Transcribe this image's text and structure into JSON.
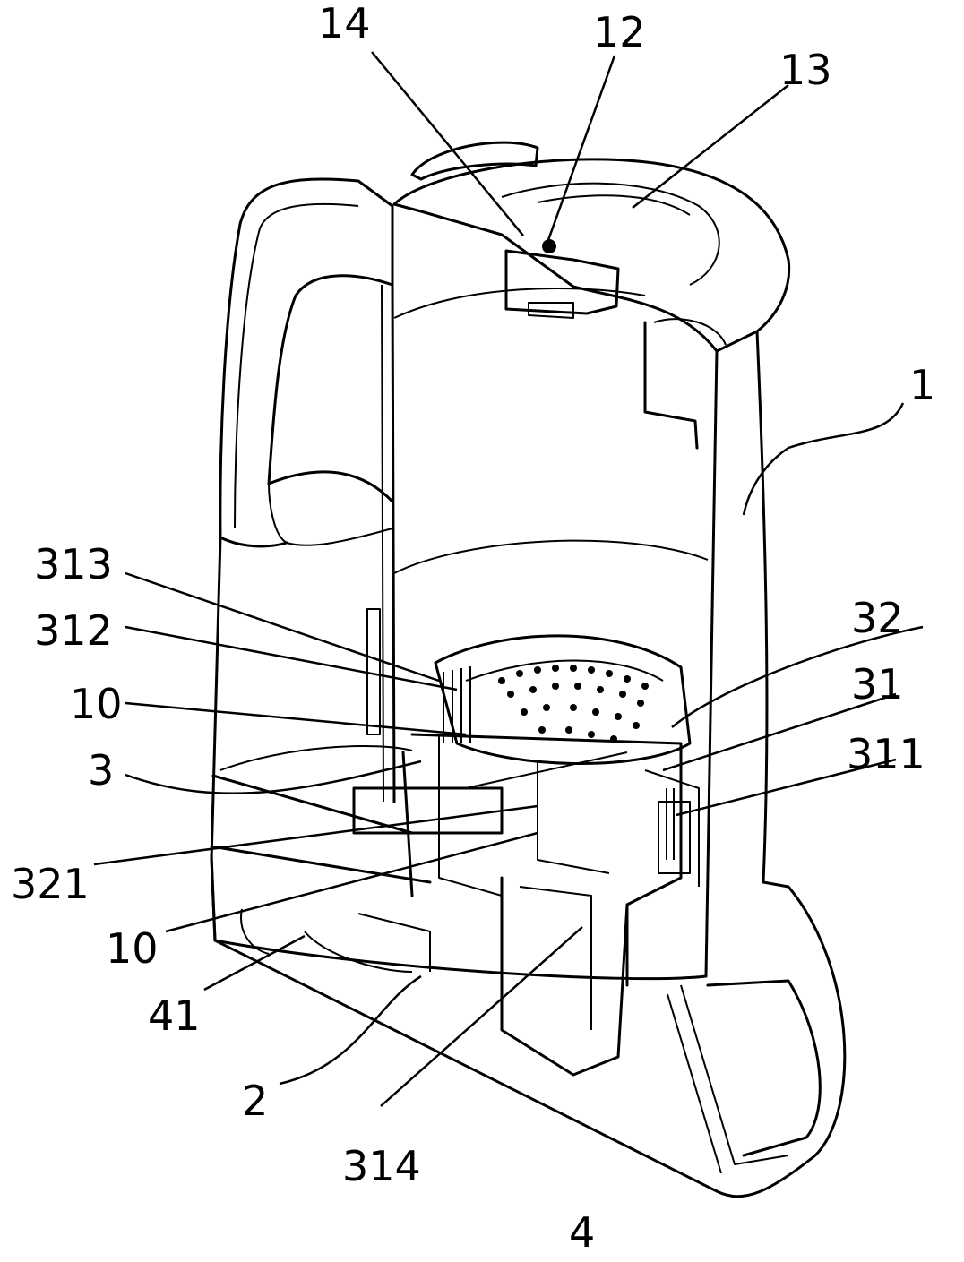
{
  "figure": {
    "subject": "kettle-cutaway",
    "labels": [
      {
        "id": "label-14",
        "text": "14"
      },
      {
        "id": "label-12",
        "text": "12"
      },
      {
        "id": "label-13",
        "text": "13"
      },
      {
        "id": "label-1",
        "text": "1"
      },
      {
        "id": "label-313",
        "text": "313"
      },
      {
        "id": "label-312",
        "text": "312"
      },
      {
        "id": "label-32",
        "text": "32"
      },
      {
        "id": "label-10-top",
        "text": "10"
      },
      {
        "id": "label-31",
        "text": "31"
      },
      {
        "id": "label-3",
        "text": "3"
      },
      {
        "id": "label-311",
        "text": "311"
      },
      {
        "id": "label-321",
        "text": "321"
      },
      {
        "id": "label-10-bottom",
        "text": "10"
      },
      {
        "id": "label-41",
        "text": "41"
      },
      {
        "id": "label-2",
        "text": "2"
      },
      {
        "id": "label-314",
        "text": "314"
      },
      {
        "id": "label-4",
        "text": "4"
      }
    ]
  }
}
